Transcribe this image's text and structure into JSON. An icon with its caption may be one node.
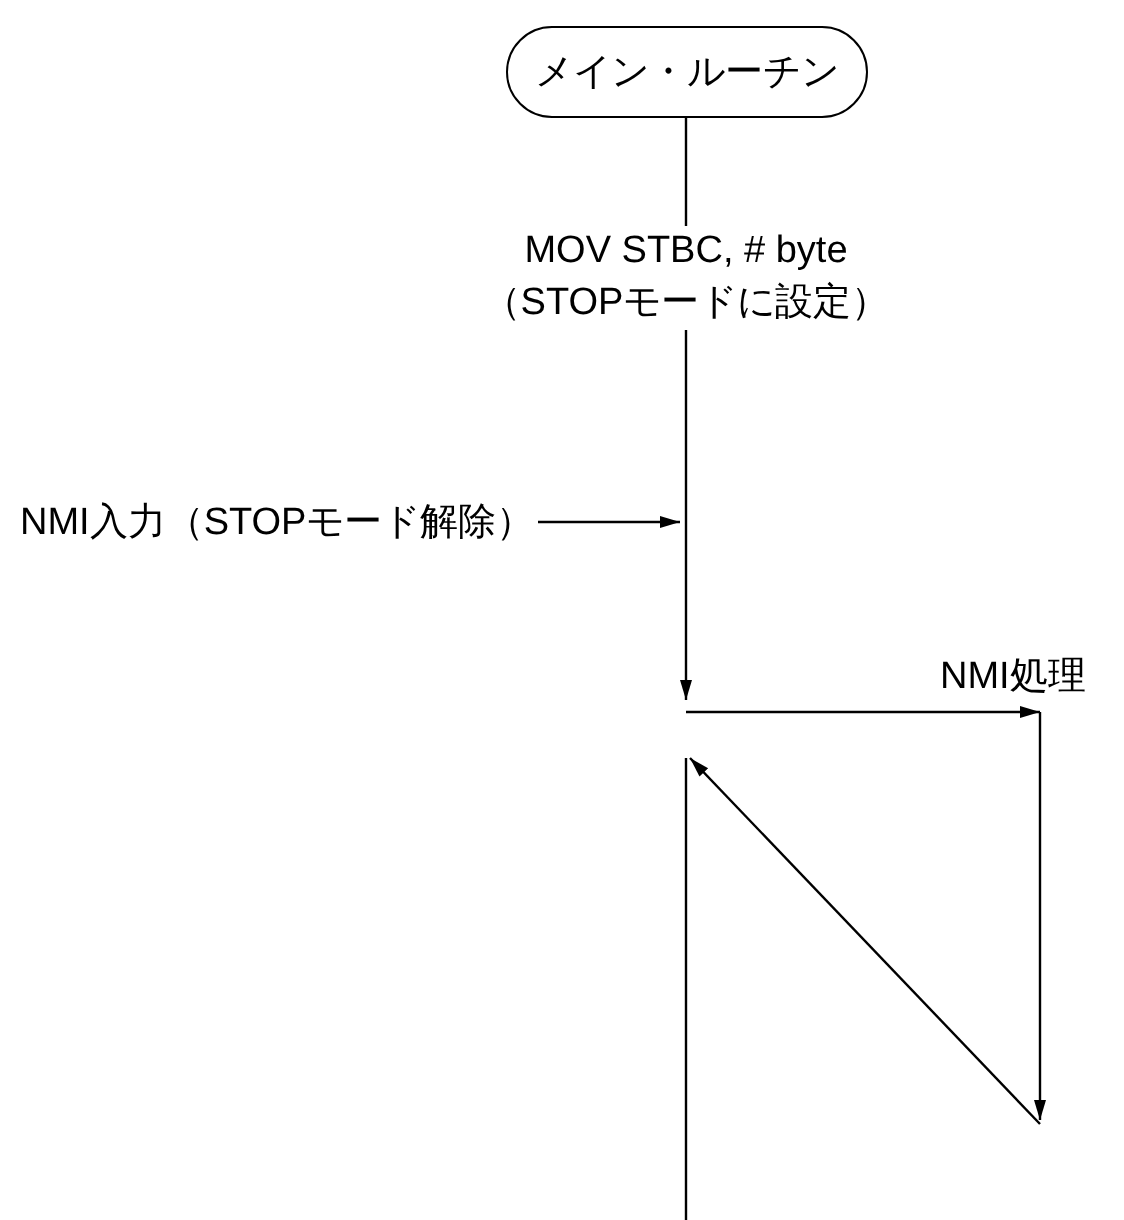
{
  "diagram": {
    "nodes": [
      {
        "text": [
          "メイン・ルーチン"
        ]
      },
      {
        "text": [
          "NMI入力（STOPモード解除）"
        ]
      }
    ],
    "edges": [
      {
        "from": 0,
        "to": null,
        "arrow": "to",
        "label": "MOV STBC, # byte （STOPモードに設定）"
      },
      {
        "from": 1,
        "to": null,
        "arrow": "to"
      }
    ],
    "labels": [
      "NMI処理"
    ]
  }
}
